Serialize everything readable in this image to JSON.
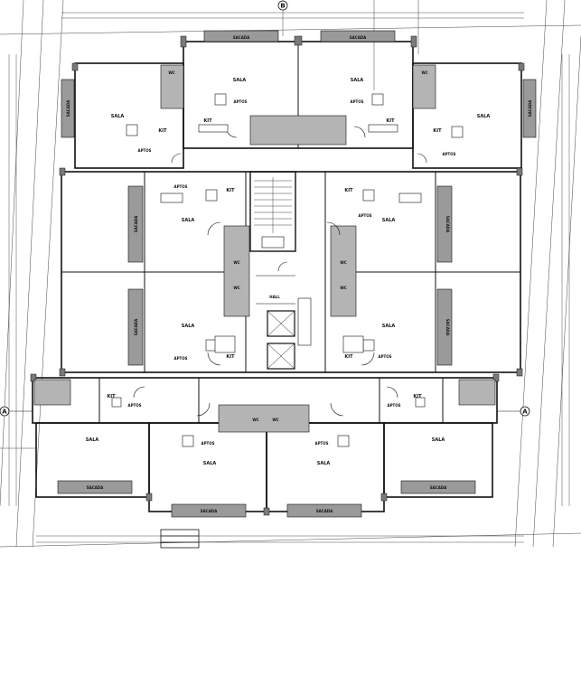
{
  "grid_markers": {
    "top": "B",
    "left": "A",
    "right": "A"
  },
  "room_labels": {
    "sala": "SALA",
    "kit": "KIT",
    "apto": "APTOS",
    "wc": "WC",
    "sacada": "SACADA",
    "hall": "HALL"
  },
  "colors": {
    "line": "#111111",
    "wall_fill": "#8c8c8c",
    "balcony_fill": "#9a9a9a",
    "ref_line": "#333333",
    "background": "#ffffff"
  },
  "icons": [
    "door-swing-icon",
    "stair-icon",
    "elevator-icon",
    "furniture-icon"
  ]
}
